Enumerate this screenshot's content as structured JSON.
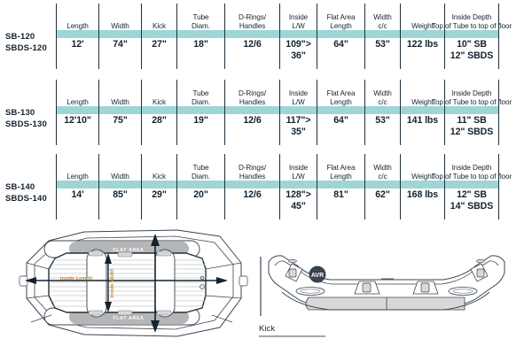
{
  "colors": {
    "header_band": "#9ed6d6",
    "rule": "#20303c",
    "text": "#14222e",
    "flat_area_fill": "#b6b6b6",
    "dim_label": "#c98a2e",
    "hull_stroke": "#3a4450",
    "hull_shade": "#d8d8d8"
  },
  "columns": [
    {
      "head1": "",
      "head2": "Length"
    },
    {
      "head1": "",
      "head2": "Width"
    },
    {
      "head1": "",
      "head2": "Kick"
    },
    {
      "head1": "Tube",
      "head2": "Diam."
    },
    {
      "head1": "D-Rings/",
      "head2": "Handles"
    },
    {
      "head1": "Inside",
      "head2": "L/W"
    },
    {
      "head1": "Flat Area",
      "head2": "Length"
    },
    {
      "head1": "Width",
      "head2": "c/c"
    },
    {
      "head1": "",
      "head2": "Weight"
    },
    {
      "head1": "Inside Depth",
      "head2": "Top of Tube to top of floor"
    }
  ],
  "tables": [
    {
      "model_line1": "SB-120",
      "model_line2": "SBDS-120",
      "values": [
        {
          "v1": "12'",
          "v2": ""
        },
        {
          "v1": "74\"",
          "v2": ""
        },
        {
          "v1": "27\"",
          "v2": ""
        },
        {
          "v1": "18\"",
          "v2": ""
        },
        {
          "v1": "12/6",
          "v2": ""
        },
        {
          "v1": "109\">",
          "v2": "36\""
        },
        {
          "v1": "64\"",
          "v2": ""
        },
        {
          "v1": "53\"",
          "v2": ""
        },
        {
          "v1": "122 lbs",
          "v2": ""
        },
        {
          "v1": "10\" SB",
          "v2": "12\" SBDS"
        }
      ]
    },
    {
      "model_line1": "SB-130",
      "model_line2": "SBDS-130",
      "values": [
        {
          "v1": "12'10\"",
          "v2": ""
        },
        {
          "v1": "75\"",
          "v2": ""
        },
        {
          "v1": "28\"",
          "v2": ""
        },
        {
          "v1": "19\"",
          "v2": ""
        },
        {
          "v1": "12/6",
          "v2": ""
        },
        {
          "v1": "117\">",
          "v2": "35\""
        },
        {
          "v1": "64\"",
          "v2": ""
        },
        {
          "v1": "53\"",
          "v2": ""
        },
        {
          "v1": "141 lbs",
          "v2": ""
        },
        {
          "v1": "11\"  SB",
          "v2": "12\"  SBDS"
        }
      ]
    },
    {
      "model_line1": "SB-140",
      "model_line2": "SBDS-140",
      "values": [
        {
          "v1": "14'",
          "v2": ""
        },
        {
          "v1": "85\"",
          "v2": ""
        },
        {
          "v1": "29\"",
          "v2": ""
        },
        {
          "v1": "20\"",
          "v2": ""
        },
        {
          "v1": "12/6",
          "v2": ""
        },
        {
          "v1": "128\">",
          "v2": "45\""
        },
        {
          "v1": "81\"",
          "v2": ""
        },
        {
          "v1": "62\"",
          "v2": ""
        },
        {
          "v1": "168 lbs",
          "v2": ""
        },
        {
          "v1": "12\"  SB",
          "v2": "14\"  SBDS"
        }
      ]
    }
  ],
  "diagram": {
    "top_view": {
      "flat_area_top": "FLAT AREA",
      "flat_area_bottom": "FLAT AREA",
      "inside_length_label": "Inside Length",
      "inside_width_label": "Inside Width"
    },
    "side_view": {
      "kick_label": "Kick",
      "logo_text": "AVR"
    }
  }
}
